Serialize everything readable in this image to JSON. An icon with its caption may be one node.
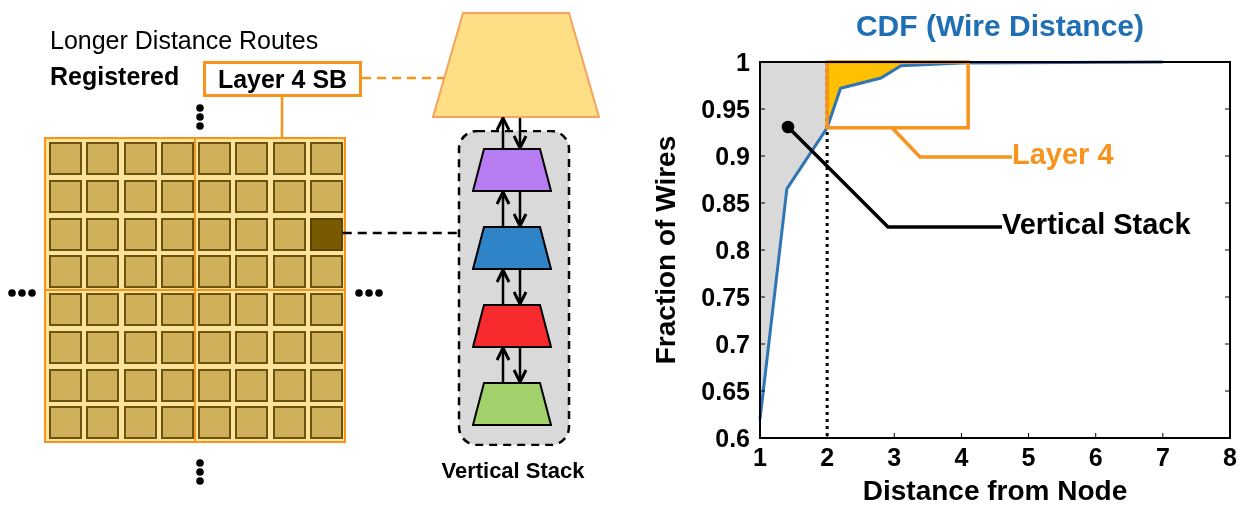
{
  "diagram": {
    "nodes": [
      {
        "text": [
          "Layer 4 SB"
        ]
      },
      {
        "text": [],
        "shape": "box"
      },
      {
        "text": [],
        "shape": "box",
        "in": 1
      },
      {
        "text": [],
        "shape": "trapezoid"
      },
      {
        "text": [
          "Vertical Stack"
        ]
      },
      {
        "text": [],
        "shape": "trapezoid",
        "in": 4
      },
      {
        "text": [],
        "shape": "trapezoid",
        "in": 4
      },
      {
        "text": [],
        "shape": "trapezoid",
        "in": 4
      },
      {
        "text": [],
        "shape": "trapezoid",
        "in": 4
      },
      {
        "text": [
          "Layer 4"
        ]
      },
      {
        "text": [],
        "shape": "box"
      },
      {
        "text": [
          "Vertical Stack"
        ]
      },
      {
        "text": [],
        "shape": "area"
      }
    ],
    "edges": [
      {
        "from": 0,
        "to": 1,
        "arrow": "none",
        "color": "#f7941d"
      },
      {
        "from": 0,
        "to": 3,
        "arrow": "none",
        "style": "dashed",
        "color": "#f7941d"
      },
      {
        "from": 2,
        "to": 4,
        "arrow": "none",
        "style": "dashed"
      },
      {
        "from": 3,
        "to": 5,
        "arrow": "to"
      },
      {
        "from": 5,
        "to": 6,
        "arrow": "to"
      },
      {
        "from": 6,
        "to": 7,
        "arrow": "to"
      },
      {
        "from": 7,
        "to": 8,
        "arrow": "to"
      },
      {
        "from": 8,
        "to": 7,
        "arrow": "to"
      },
      {
        "from": 7,
        "to": 6,
        "arrow": "to"
      },
      {
        "from": 6,
        "to": 5,
        "arrow": "to"
      },
      {
        "from": 5,
        "to": 3,
        "arrow": "to"
      },
      {
        "from": 9,
        "to": 10,
        "arrow": "none",
        "color": "#f7941d"
      },
      {
        "from": 11,
        "to": 12,
        "arrow": "other"
      }
    ],
    "labels": [
      "Longer Distance Routes",
      "Registered"
    ],
    "chart_data": {
      "type": "line",
      "title": "CDF (Wire Distance)",
      "xlabel": "Distance from Node",
      "ylabel": "Fraction of Wires",
      "x": [
        1,
        1.4,
        2,
        2.2,
        2.8,
        3.1,
        4,
        7
      ],
      "series": [
        {
          "color": "#2e75b6",
          "values": [
            0.62,
            0.865,
            0.93,
            0.972,
            0.983,
            0.996,
            0.999,
            1.0
          ]
        }
      ],
      "xlim": [
        1,
        8
      ],
      "ylim": [
        0.6,
        1
      ],
      "xticks": [
        1,
        2,
        3,
        4,
        5,
        6,
        7,
        8
      ],
      "yticks": [
        0.6,
        0.65,
        0.7,
        0.75,
        0.8,
        0.85,
        0.9,
        0.95,
        1
      ]
    }
  }
}
